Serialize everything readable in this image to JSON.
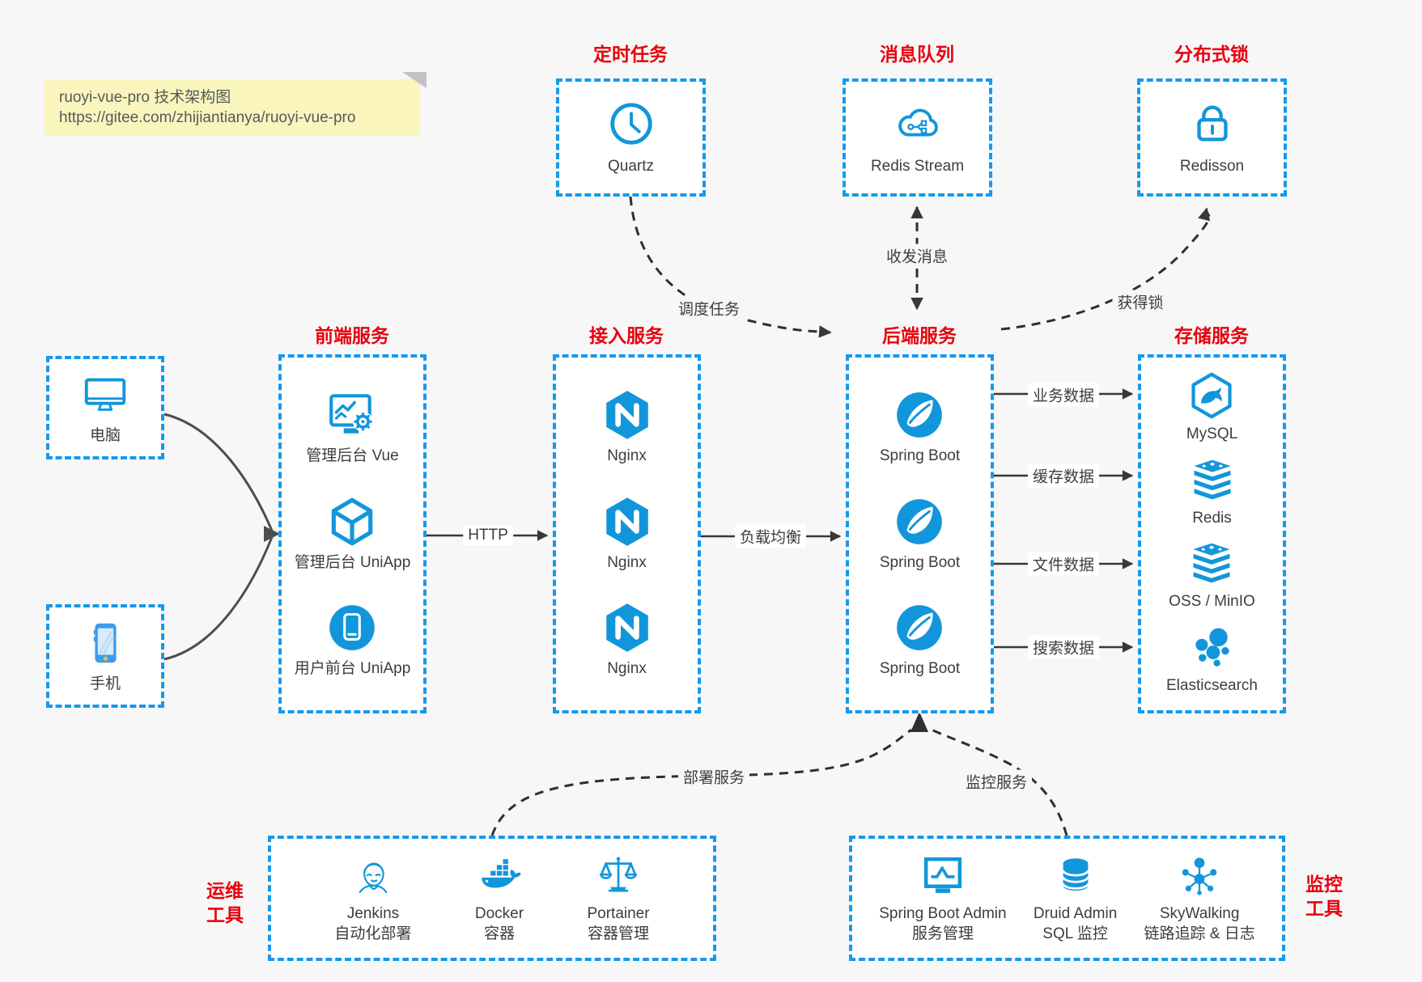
{
  "note": {
    "line1": "ruoyi-vue-pro 技术架构图",
    "line2": "https://gitee.com/zhijiantianya/ruoyi-vue-pro"
  },
  "colors": {
    "icon_blue": "#1296db",
    "border_blue": "#1699ec",
    "title_red": "#e8000d",
    "arrow_dark": "#383838",
    "note_bg": "#faf5bc",
    "background": "#f7f7f7"
  },
  "top_services": [
    {
      "title": "定时任务",
      "label": "Quartz",
      "icon": "clock-icon"
    },
    {
      "title": "消息队列",
      "label": "Redis Stream",
      "icon": "cloud-stream-icon"
    },
    {
      "title": "分布式锁",
      "label": "Redisson",
      "icon": "lock-icon"
    }
  ],
  "clients": [
    {
      "label": "电脑",
      "icon": "desktop-icon"
    },
    {
      "label": "手机",
      "icon": "smartphone-icon"
    }
  ],
  "columns": [
    {
      "title": "前端服务",
      "items": [
        {
          "label": "管理后台 Vue",
          "icon": "admin-vue-icon"
        },
        {
          "label": "管理后台 UniApp",
          "icon": "cube-icon"
        },
        {
          "label": "用户前台 UniApp",
          "icon": "user-app-icon"
        }
      ]
    },
    {
      "title": "接入服务",
      "items": [
        {
          "label": "Nginx",
          "icon": "nginx-icon"
        },
        {
          "label": "Nginx",
          "icon": "nginx-icon"
        },
        {
          "label": "Nginx",
          "icon": "nginx-icon"
        }
      ]
    },
    {
      "title": "后端服务",
      "items": [
        {
          "label": "Spring Boot",
          "icon": "spring-boot-icon"
        },
        {
          "label": "Spring Boot",
          "icon": "spring-boot-icon"
        },
        {
          "label": "Spring Boot",
          "icon": "spring-boot-icon"
        }
      ]
    },
    {
      "title": "存储服务",
      "items": [
        {
          "label": "MySQL",
          "icon": "mysql-icon"
        },
        {
          "label": "Redis",
          "icon": "redis-stack-icon"
        },
        {
          "label": "OSS / MinIO",
          "icon": "storage-stack-icon"
        },
        {
          "label": "Elasticsearch",
          "icon": "elasticsearch-icon"
        }
      ]
    }
  ],
  "tool_groups": [
    {
      "title": [
        "运维",
        "工具"
      ],
      "items": [
        {
          "name": "Jenkins",
          "desc": "自动化部署",
          "icon": "jenkins-icon"
        },
        {
          "name": "Docker",
          "desc": "容器",
          "icon": "docker-icon"
        },
        {
          "name": "Portainer",
          "desc": "容器管理",
          "icon": "portainer-icon"
        }
      ]
    },
    {
      "title": [
        "监控",
        "工具"
      ],
      "items": [
        {
          "name": "Spring Boot Admin",
          "desc": "服务管理",
          "icon": "sba-monitor-icon"
        },
        {
          "name": "Druid Admin",
          "desc": "SQL 监控",
          "icon": "druid-db-icon"
        },
        {
          "name": "SkyWalking",
          "desc": "链路追踪 & 日志",
          "icon": "skywalking-icon"
        }
      ]
    }
  ],
  "edge_labels": {
    "http": "HTTP",
    "load_balance": "负载均衡",
    "business": "业务数据",
    "cache": "缓存数据",
    "file": "文件数据",
    "search": "搜索数据",
    "schedule": "调度任务",
    "message": "收发消息",
    "lock": "获得锁",
    "deploy": "部署服务",
    "monitor": "监控服务"
  }
}
